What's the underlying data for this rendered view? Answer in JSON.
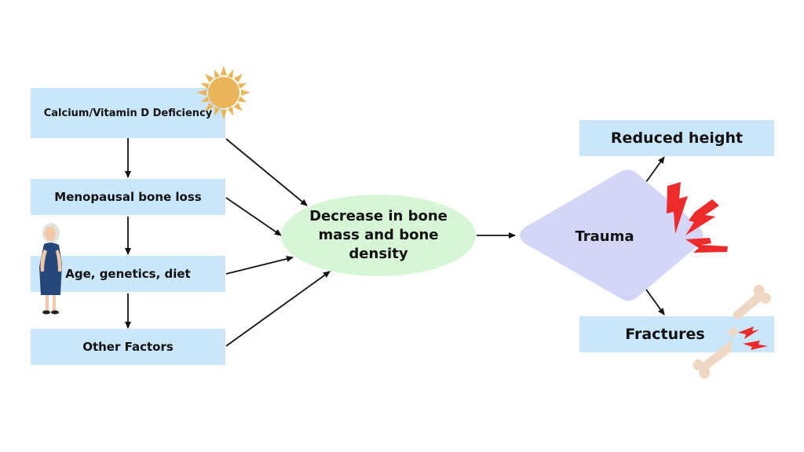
{
  "colors": {
    "box_fill": "#c9e6fb",
    "center_fill": "#d6f6d6",
    "trauma_fill": "#d4d5f7",
    "arrow": "#111111",
    "accent_red": "#ee2b2b",
    "sun": "#e9b558",
    "bone": "#efd8c3",
    "dress": "#26477a"
  },
  "causes": [
    {
      "label": "Calcium/Vitamin D Deficiency"
    },
    {
      "label": "Menopausal bone loss"
    },
    {
      "label": "Age, genetics, diet"
    },
    {
      "label": "Other Factors"
    }
  ],
  "center": {
    "line1": "Decrease in bone",
    "line2": "mass and bone",
    "line3": "density"
  },
  "trauma": {
    "label": "Trauma"
  },
  "outcomes": [
    {
      "label": "Reduced height"
    },
    {
      "label": "Fractures"
    }
  ],
  "icons": {
    "sun": "sun-icon",
    "woman": "elderly-woman-icon",
    "lightning": "lightning-bolt-icon",
    "bone": "broken-bone-icon"
  }
}
